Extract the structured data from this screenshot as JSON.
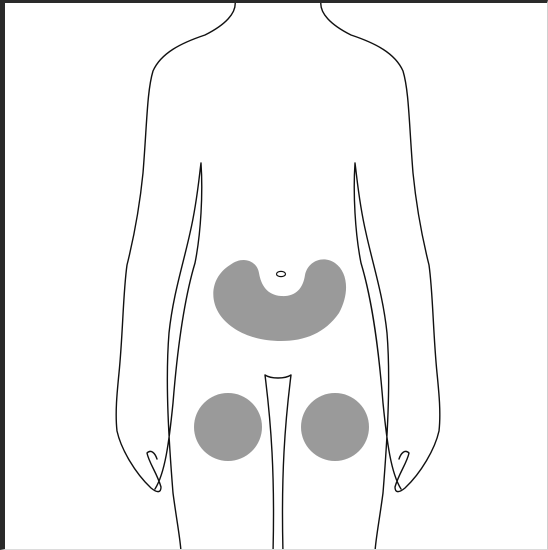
{
  "figure": {
    "subject": "body-outline-front",
    "outline_color": "#111111",
    "background_color": "#ffffff",
    "highlight_color": "#9a9a9a",
    "highlighted_regions": [
      "abdomen-around-navel",
      "left-thigh",
      "right-thigh"
    ]
  }
}
